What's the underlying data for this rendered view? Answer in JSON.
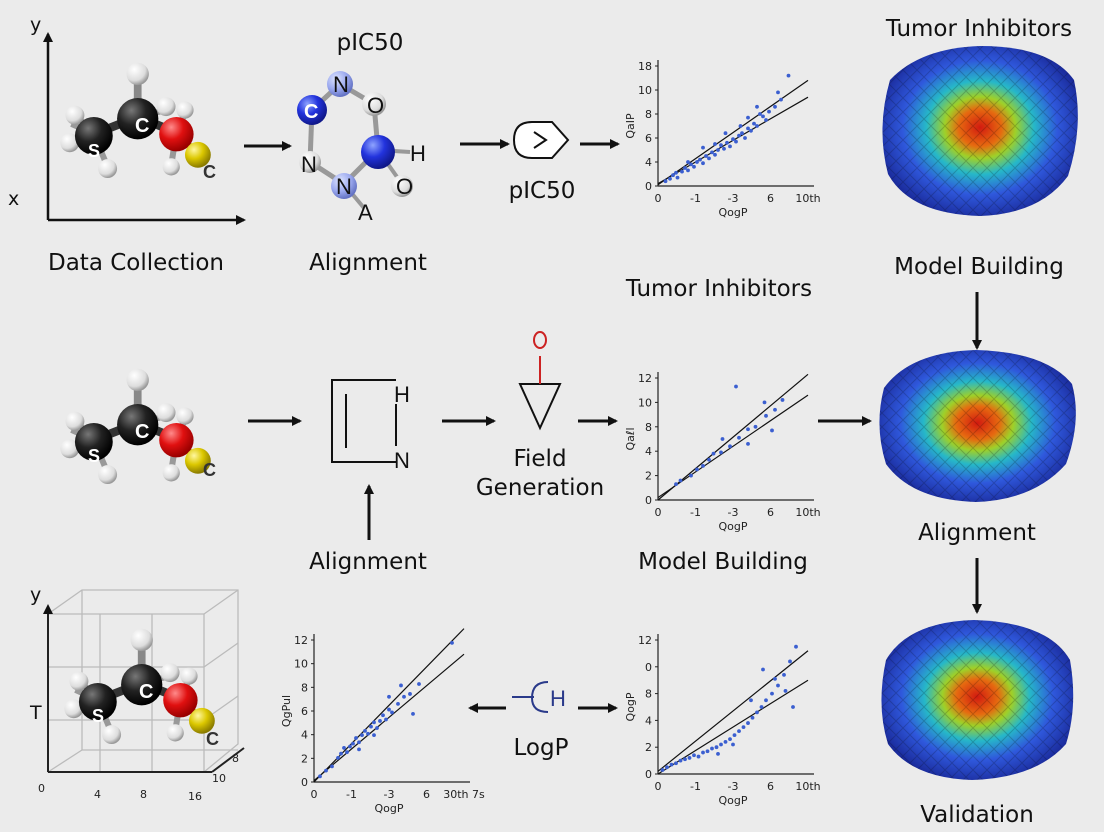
{
  "labels": {
    "data_collection": "Data Collection",
    "alignment_top": "Alignment",
    "pic50_top": "pIC50",
    "pic50_mid": "pIC50",
    "tumor_inhibitors_top": "Tumor Inhibitors",
    "tumor_inhibitors_mid": "Tumor Inhibitors",
    "model_building_right": "Model Building",
    "field_generation_1": "Field",
    "field_generation_2": "Generation",
    "alignment_mid": "Alignment",
    "model_building_mid": "Model Building",
    "alignment_right": "Alignment",
    "logp": "LogP",
    "validation": "Validation"
  },
  "axes_top_left": {
    "y": "y",
    "x": "x"
  },
  "axes_bottom_left": {
    "y": "y",
    "t": "T",
    "ticks_x": [
      "0",
      "4",
      "8",
      "16"
    ],
    "ticks_z": [
      "10",
      "8"
    ]
  },
  "molecule_atoms": {
    "s": "S",
    "c": "C",
    "c2": "C"
  },
  "ring_top": {
    "atoms": [
      "C",
      "N",
      "O",
      "N",
      "N",
      "H",
      "O",
      "A"
    ]
  },
  "ring_mid": {
    "atoms": [
      "H",
      "N"
    ]
  },
  "glyph_logp": "H",
  "palette": {
    "arrow": "#111111",
    "points": "#3b5fd0",
    "carbon_blue": "#2233cc",
    "oxygen": "#e01010",
    "sulfur": "#d8c400"
  },
  "chart_data": [
    {
      "type": "scatter",
      "id": "plot-top",
      "xlabel": "QogP",
      "ylabel": "QaIP",
      "xticks": [
        "0",
        "-1",
        "-3",
        "6",
        "10th"
      ],
      "yticks": [
        "0",
        "4",
        "6",
        "8",
        "10",
        "18"
      ],
      "points": [
        [
          0.05,
          0.04
        ],
        [
          0.08,
          0.06
        ],
        [
          0.1,
          0.09
        ],
        [
          0.13,
          0.07
        ],
        [
          0.16,
          0.12
        ],
        [
          0.18,
          0.15
        ],
        [
          0.2,
          0.13
        ],
        [
          0.22,
          0.18
        ],
        [
          0.24,
          0.16
        ],
        [
          0.26,
          0.2
        ],
        [
          0.28,
          0.22
        ],
        [
          0.3,
          0.19
        ],
        [
          0.32,
          0.25
        ],
        [
          0.34,
          0.23
        ],
        [
          0.36,
          0.28
        ],
        [
          0.38,
          0.26
        ],
        [
          0.4,
          0.3
        ],
        [
          0.42,
          0.34
        ],
        [
          0.44,
          0.31
        ],
        [
          0.46,
          0.36
        ],
        [
          0.48,
          0.33
        ],
        [
          0.5,
          0.39
        ],
        [
          0.52,
          0.37
        ],
        [
          0.54,
          0.42
        ],
        [
          0.56,
          0.44
        ],
        [
          0.58,
          0.4
        ],
        [
          0.6,
          0.48
        ],
        [
          0.62,
          0.46
        ],
        [
          0.64,
          0.52
        ],
        [
          0.66,
          0.5
        ],
        [
          0.7,
          0.58
        ],
        [
          0.74,
          0.62
        ],
        [
          0.78,
          0.66
        ],
        [
          0.82,
          0.72
        ],
        [
          0.66,
          0.66
        ],
        [
          0.72,
          0.55
        ],
        [
          0.8,
          0.78
        ],
        [
          0.87,
          0.92
        ],
        [
          0.3,
          0.32
        ],
        [
          0.45,
          0.44
        ],
        [
          0.55,
          0.5
        ],
        [
          0.12,
          0.11
        ],
        [
          0.2,
          0.2
        ],
        [
          0.38,
          0.35
        ],
        [
          0.6,
          0.57
        ],
        [
          0.68,
          0.6
        ]
      ],
      "lines": [
        [
          [
            0,
            0.01
          ],
          [
            1,
            0.88
          ]
        ],
        [
          [
            0,
            0.02
          ],
          [
            1,
            0.74
          ]
        ]
      ]
    },
    {
      "type": "scatter",
      "id": "plot-mid",
      "xlabel": "QogP",
      "ylabel": "Qaℓl",
      "xticks": [
        "0",
        "-1",
        "-3",
        "6",
        "10th"
      ],
      "yticks": [
        "0",
        "2",
        "4",
        "8",
        "10",
        "12"
      ],
      "points": [
        [
          0.12,
          0.13
        ],
        [
          0.15,
          0.16
        ],
        [
          0.22,
          0.2
        ],
        [
          0.26,
          0.25
        ],
        [
          0.3,
          0.28
        ],
        [
          0.37,
          0.38
        ],
        [
          0.42,
          0.39
        ],
        [
          0.48,
          0.44
        ],
        [
          0.54,
          0.51
        ],
        [
          0.6,
          0.58
        ],
        [
          0.65,
          0.6
        ],
        [
          0.72,
          0.69
        ],
        [
          0.78,
          0.74
        ],
        [
          0.83,
          0.82
        ],
        [
          0.52,
          0.93
        ],
        [
          0.71,
          0.8
        ],
        [
          0.76,
          0.57
        ],
        [
          0.6,
          0.46
        ],
        [
          0.43,
          0.5
        ],
        [
          0.34,
          0.33
        ]
      ],
      "lines": [
        [
          [
            0,
            0.0
          ],
          [
            1,
            1.03
          ]
        ],
        [
          [
            0,
            0.02
          ],
          [
            1,
            0.86
          ]
        ]
      ]
    },
    {
      "type": "scatter",
      "id": "plot-bottom-left",
      "xlabel": "QogP",
      "ylabel": "QgPul",
      "xticks": [
        "0",
        "-1",
        "-3",
        "6",
        "30th 7s"
      ],
      "yticks": [
        "0",
        "2",
        "4",
        "6",
        "8",
        "10",
        "12"
      ],
      "points": [
        [
          0.04,
          0.04
        ],
        [
          0.08,
          0.08
        ],
        [
          0.12,
          0.11
        ],
        [
          0.16,
          0.17
        ],
        [
          0.18,
          0.2
        ],
        [
          0.2,
          0.24
        ],
        [
          0.22,
          0.21
        ],
        [
          0.24,
          0.25
        ],
        [
          0.26,
          0.27
        ],
        [
          0.28,
          0.31
        ],
        [
          0.3,
          0.28
        ],
        [
          0.32,
          0.33
        ],
        [
          0.34,
          0.36
        ],
        [
          0.36,
          0.34
        ],
        [
          0.38,
          0.39
        ],
        [
          0.4,
          0.42
        ],
        [
          0.42,
          0.38
        ],
        [
          0.44,
          0.43
        ],
        [
          0.46,
          0.47
        ],
        [
          0.48,
          0.44
        ],
        [
          0.5,
          0.51
        ],
        [
          0.52,
          0.49
        ],
        [
          0.56,
          0.55
        ],
        [
          0.6,
          0.6
        ],
        [
          0.64,
          0.62
        ],
        [
          0.7,
          0.69
        ],
        [
          0.58,
          0.68
        ],
        [
          0.5,
          0.6
        ],
        [
          0.66,
          0.48
        ],
        [
          0.4,
          0.33
        ],
        [
          0.3,
          0.23
        ],
        [
          0.92,
          0.98
        ]
      ],
      "lines": [
        [
          [
            0,
            0.0
          ],
          [
            1,
            1.08
          ]
        ],
        [
          [
            0,
            0.01
          ],
          [
            1,
            0.9
          ]
        ]
      ]
    },
    {
      "type": "scatter",
      "id": "plot-bottom-right",
      "xlabel": "QogP",
      "ylabel": "QogP",
      "xticks": [
        "0",
        "-1",
        "-3",
        "6",
        "10th"
      ],
      "yticks": [
        "0",
        "2",
        "4",
        "8",
        "0",
        "12"
      ],
      "points": [
        [
          0.03,
          0.03
        ],
        [
          0.06,
          0.05
        ],
        [
          0.09,
          0.07
        ],
        [
          0.12,
          0.08
        ],
        [
          0.15,
          0.1
        ],
        [
          0.18,
          0.11
        ],
        [
          0.21,
          0.12
        ],
        [
          0.24,
          0.14
        ],
        [
          0.27,
          0.13
        ],
        [
          0.3,
          0.16
        ],
        [
          0.33,
          0.17
        ],
        [
          0.36,
          0.19
        ],
        [
          0.39,
          0.2
        ],
        [
          0.42,
          0.22
        ],
        [
          0.45,
          0.24
        ],
        [
          0.48,
          0.26
        ],
        [
          0.51,
          0.29
        ],
        [
          0.54,
          0.32
        ],
        [
          0.57,
          0.35
        ],
        [
          0.6,
          0.38
        ],
        [
          0.63,
          0.42
        ],
        [
          0.66,
          0.46
        ],
        [
          0.69,
          0.5
        ],
        [
          0.72,
          0.55
        ],
        [
          0.76,
          0.6
        ],
        [
          0.8,
          0.66
        ],
        [
          0.84,
          0.74
        ],
        [
          0.88,
          0.84
        ],
        [
          0.92,
          0.95
        ],
        [
          0.85,
          0.62
        ],
        [
          0.78,
          0.71
        ],
        [
          0.7,
          0.78
        ],
        [
          0.62,
          0.55
        ],
        [
          0.9,
          0.5
        ],
        [
          0.5,
          0.22
        ],
        [
          0.4,
          0.15
        ]
      ],
      "lines": [
        [
          [
            0,
            0.02
          ],
          [
            1,
            0.92
          ]
        ],
        [
          [
            0,
            0.0
          ],
          [
            1,
            0.7
          ]
        ]
      ]
    }
  ]
}
